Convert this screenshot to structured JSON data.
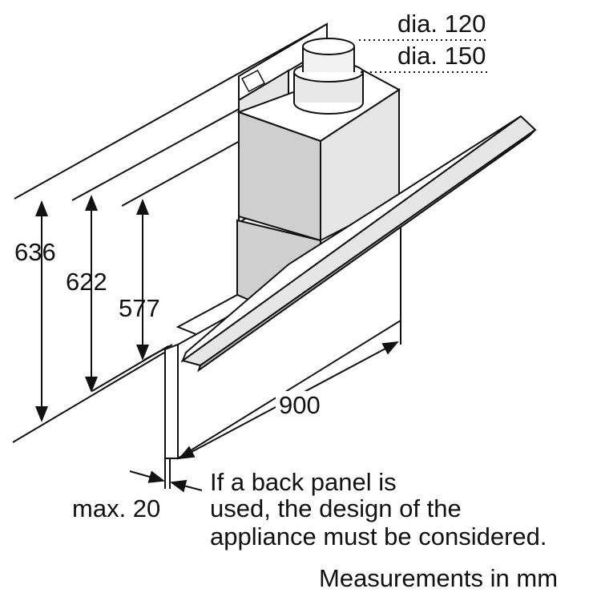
{
  "diagram": {
    "dimensions": {
      "dia_small": "dia. 120",
      "dia_large": "dia. 150",
      "height_total": "636",
      "height_mid": "622",
      "height_min": "577",
      "width": "900",
      "max_gap": "max. 20"
    },
    "note_lines": [
      "If a back panel is",
      "used, the design of the",
      "appliance must be considered."
    ],
    "footer": "Measurements in mm"
  }
}
